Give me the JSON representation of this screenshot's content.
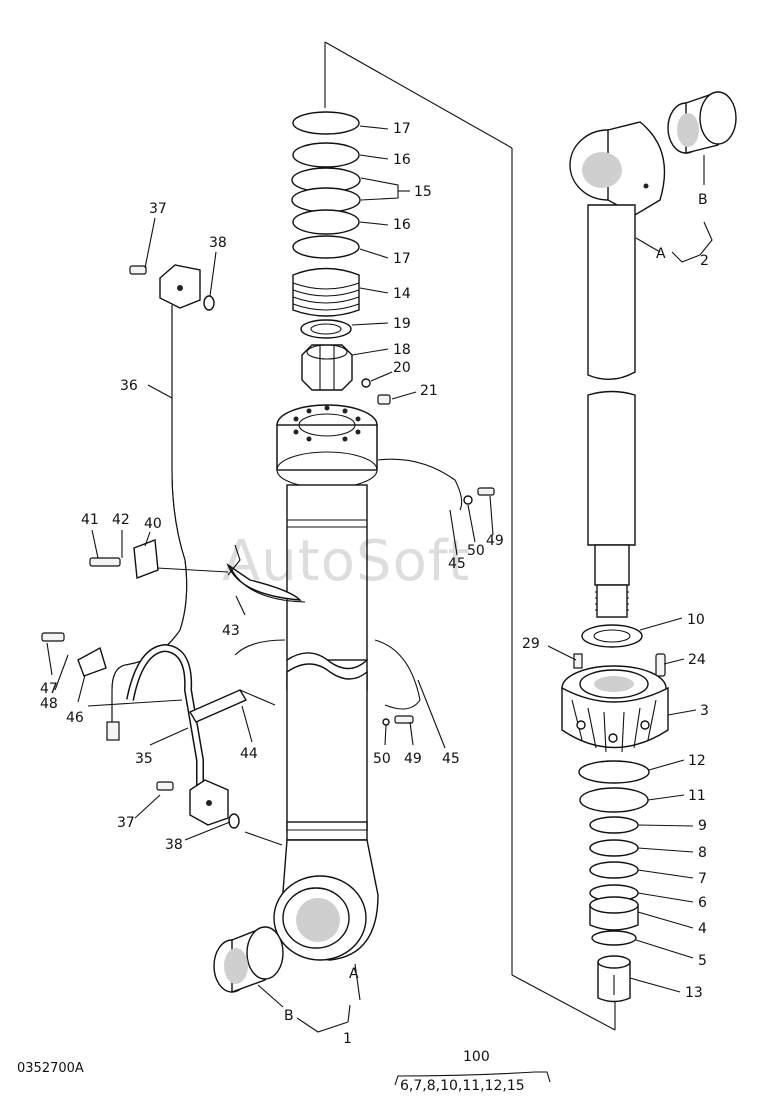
{
  "drawing_id": "0352700A",
  "watermark": "AutoSoft",
  "callouts": {
    "c17a": "17",
    "c16a": "16",
    "c15": "15",
    "c16b": "16",
    "c17b": "17",
    "c14": "14",
    "c19": "19",
    "c18": "18",
    "c20": "20",
    "c21": "21",
    "c37a": "37",
    "c38a": "38",
    "c36": "36",
    "c41": "41",
    "c42": "42",
    "c40": "40",
    "c43": "43",
    "c45a": "45",
    "c50a": "50",
    "c49a": "49",
    "c47": "47",
    "c48": "48",
    "c46": "46",
    "c35": "35",
    "c44": "44",
    "c50b": "50",
    "c49b": "49",
    "c45b": "45",
    "c37b": "37",
    "c38b": "38",
    "cA_bottom": "A",
    "cB_bottom": "B",
    "c1": "1",
    "cB_top": "B",
    "cA_top": "A",
    "c2": "2",
    "c10": "10",
    "c29": "29",
    "c24": "24",
    "c3": "3",
    "c12": "12",
    "c11": "11",
    "c9": "9",
    "c8": "8",
    "c7": "7",
    "c6": "6",
    "c4": "4",
    "c5": "5",
    "c13": "13"
  },
  "kit": {
    "number": "100",
    "contents": "6,7,8,10,11,12,15"
  },
  "colors": {
    "ink": "#111111",
    "paper": "#ffffff",
    "shade": "#cfcfcf"
  }
}
